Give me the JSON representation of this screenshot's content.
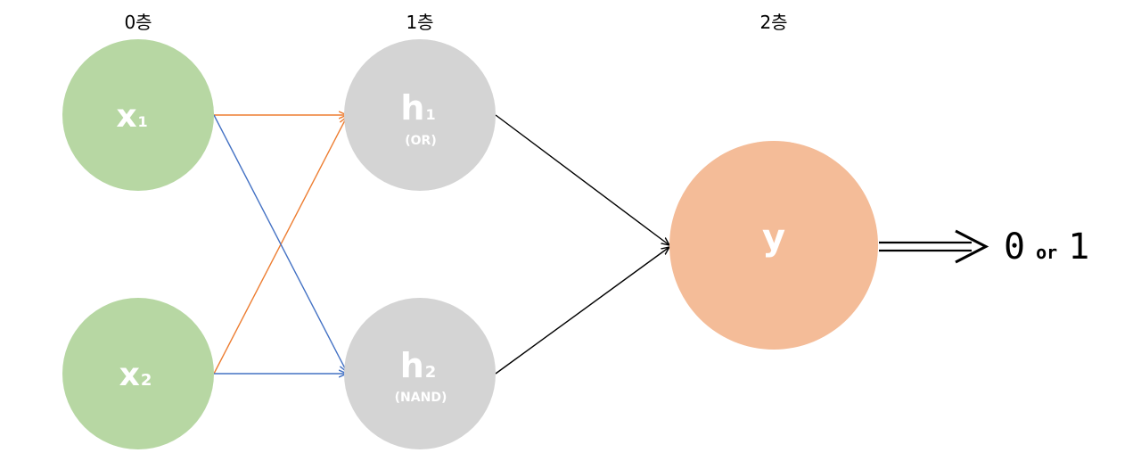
{
  "layers": [
    "0층",
    "1층",
    "2층"
  ],
  "nodes": {
    "x1": {
      "main": "x",
      "sub": "1",
      "color": "#b7d7a3"
    },
    "x2": {
      "main": "x",
      "sub": "2",
      "color": "#b7d7a3"
    },
    "h1": {
      "main": "h",
      "sub": "1",
      "gate": "(OR)",
      "color": "#d4d4d4"
    },
    "h2": {
      "main": "h",
      "sub": "2",
      "gate": "(NAND)",
      "color": "#d4d4d4"
    },
    "y": {
      "main": "y",
      "color": "#f4bc98"
    }
  },
  "edge_colors": {
    "to_h1": "#ed7d31",
    "to_h2": "#4472c4",
    "to_y": "#000000"
  },
  "output": {
    "zero": "0",
    "or": "or",
    "one": "1"
  }
}
